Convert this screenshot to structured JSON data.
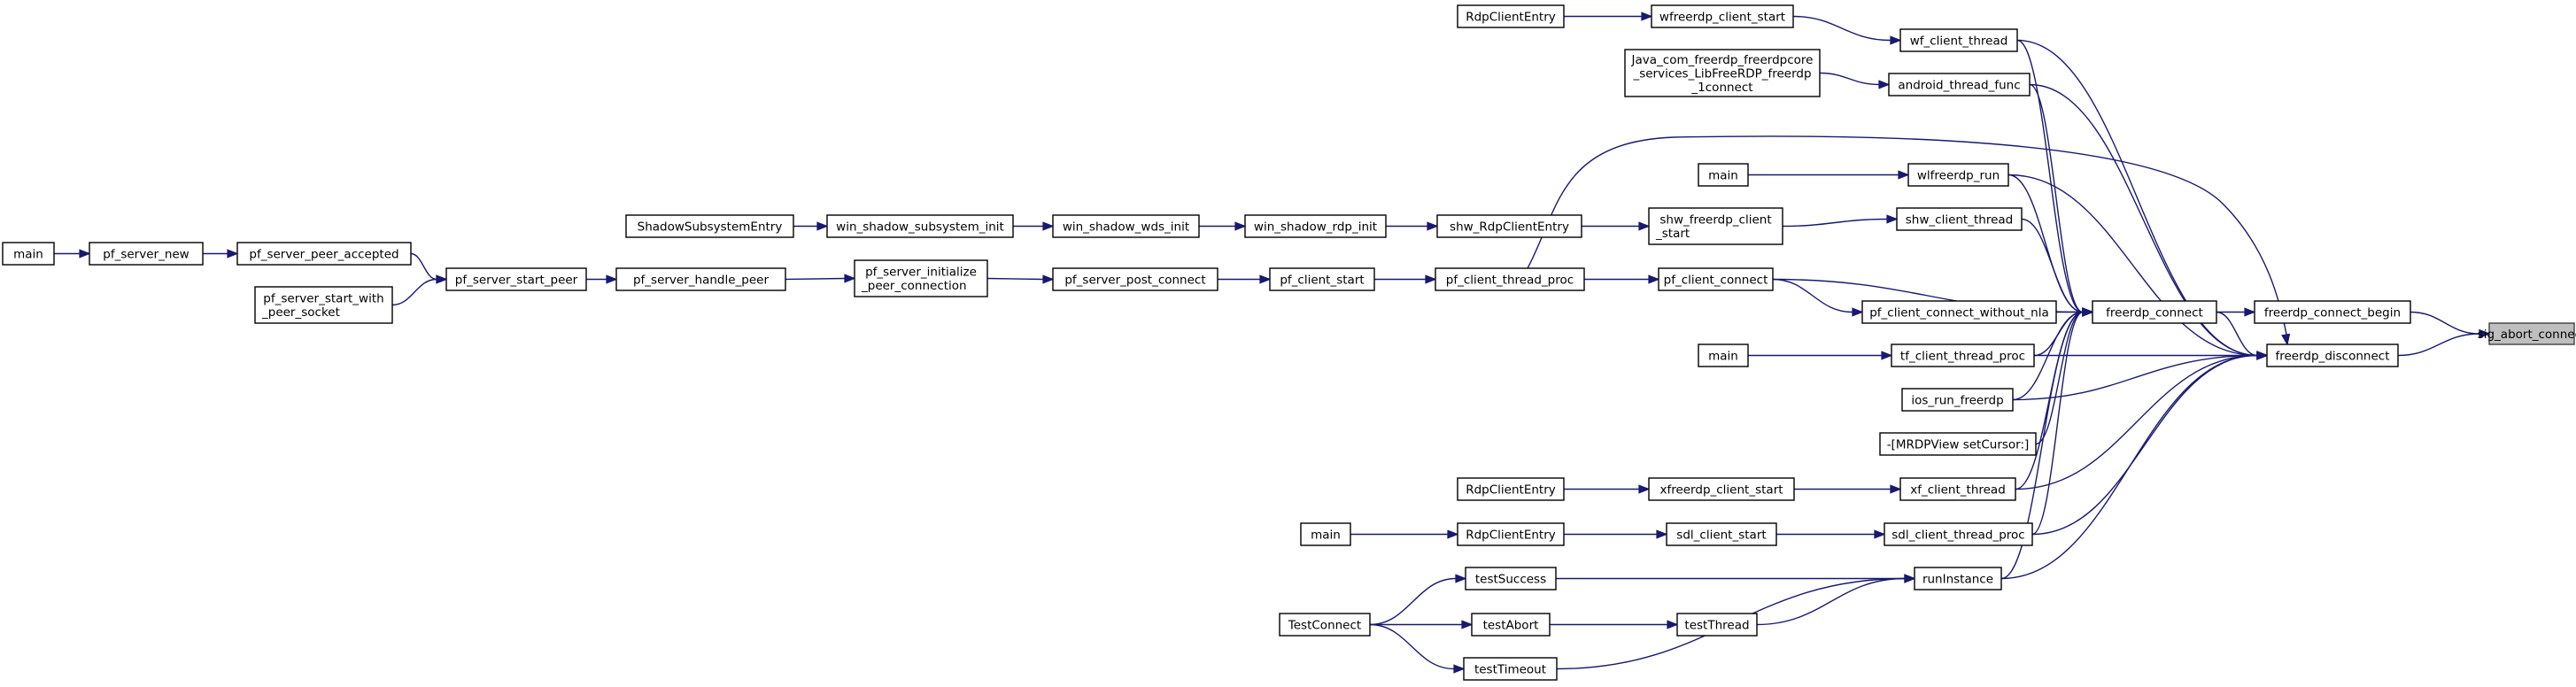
{
  "graph": {
    "root": "sig_abort_connect",
    "colors": {
      "edge": "#191970",
      "node_border": "#000000",
      "root_fill": "#bfbfbf",
      "background": "#ffffff"
    },
    "nodes": {
      "sig_abort_connect": "sig_abort_connect",
      "freerdp_connect_begin": "freerdp_connect_begin",
      "freerdp_disconnect": "freerdp_disconnect",
      "freerdp_connect": "freerdp_connect",
      "wf_client_thread": "wf_client_thread",
      "wfreerdp_client_start": "wfreerdp_client_start",
      "rdp_client_entry_1": "RdpClientEntry",
      "android_thread_func": "android_thread_func",
      "java_connect": [
        "Java_com_freerdp_freerdpcore",
        "_services_LibFreeRDP_freerdp",
        "_1connect"
      ],
      "pf_client_thread_proc": "pf_client_thread_proc",
      "wlfreerdp_run": "wlfreerdp_run",
      "main_wl": "main",
      "shw_client_thread": "shw_client_thread",
      "shw_freerdp_client_start": [
        "shw_freerdp_client",
        "_start"
      ],
      "shw_rdp_client_entry": "shw_RdpClientEntry",
      "win_shadow_rdp_init": "win_shadow_rdp_init",
      "win_shadow_wds_init": "win_shadow_wds_init",
      "win_shadow_subsystem_init": "win_shadow_subsystem_init",
      "shadow_subsystem_entry": "ShadowSubsystemEntry",
      "pf_client_connect": "pf_client_connect",
      "pf_client_start": "pf_client_start",
      "pf_server_post_connect": "pf_server_post_connect",
      "pf_server_initialize_peer_connection": [
        "pf_server_initialize",
        "_peer_connection"
      ],
      "pf_server_handle_peer": "pf_server_handle_peer",
      "pf_server_start_peer": "pf_server_start_peer",
      "pf_server_peer_accepted": "pf_server_peer_accepted",
      "pf_server_new": "pf_server_new",
      "main_pf": "main",
      "pf_server_start_with_peer_socket": [
        "pf_server_start_with",
        "_peer_socket"
      ],
      "pf_client_connect_without_nla": "pf_client_connect_without_nla",
      "tf_client_thread_proc": "tf_client_thread_proc",
      "main_tf": "main",
      "ios_run_freerdp": "ios_run_freerdp",
      "mrdpview_set_cursor": "-[MRDPView setCursor:]",
      "xf_client_thread": "xf_client_thread",
      "xfreerdp_client_start": "xfreerdp_client_start",
      "rdp_client_entry_2": "RdpClientEntry",
      "sdl_client_thread_proc": "sdl_client_thread_proc",
      "sdl_client_start": "sdl_client_start",
      "rdp_client_entry_3": "RdpClientEntry",
      "main_sdl": "main",
      "run_instance": "runInstance",
      "test_success": "testSuccess",
      "test_thread": "testThread",
      "test_abort": "testAbort",
      "test_timeout": "testTimeout",
      "test_connect": "TestConnect"
    }
  }
}
